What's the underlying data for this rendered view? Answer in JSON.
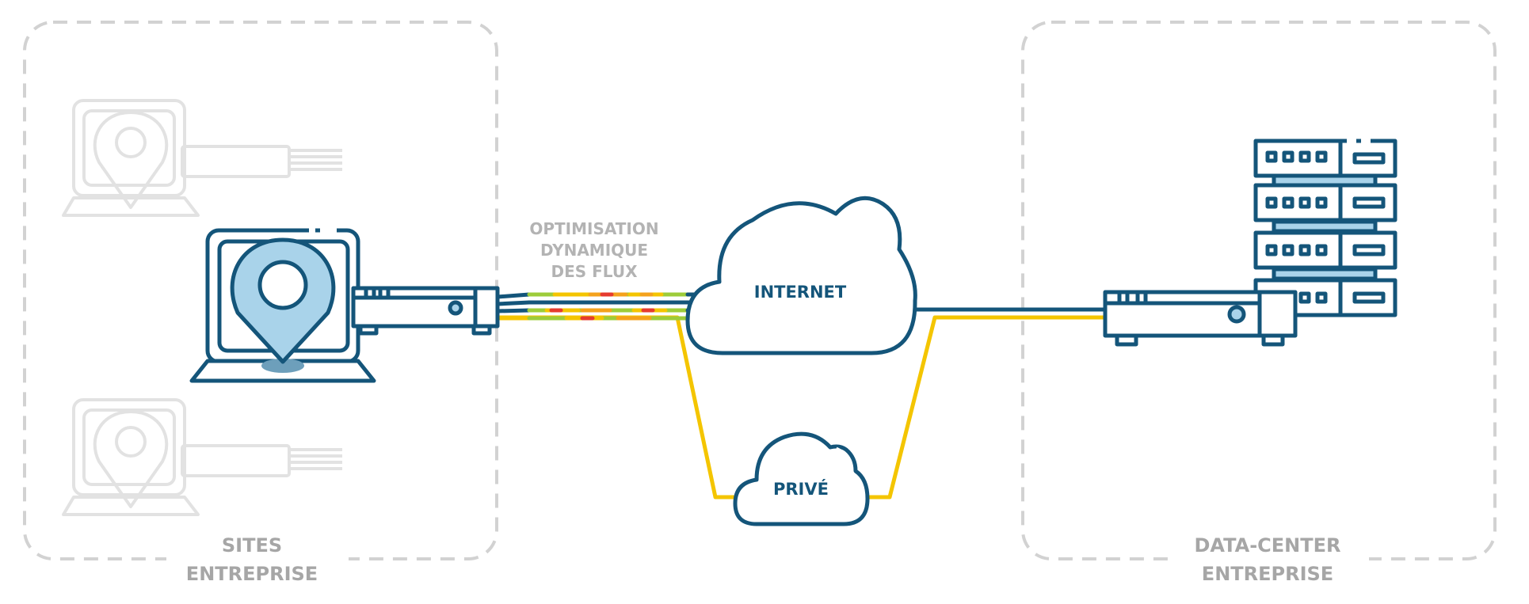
{
  "left_zone": {
    "line1": "SITES",
    "line2": "ENTREPRISE"
  },
  "right_zone": {
    "line1": "DATA-CENTER",
    "line2": "ENTREPRISE"
  },
  "optimisation": {
    "line1": "OPTIMISATION",
    "line2": "DYNAMIQUE",
    "line3": "DES FLUX"
  },
  "cloud_internet": {
    "label": "INTERNET"
  },
  "cloud_private": {
    "label": "PRIVÉ"
  },
  "colors": {
    "stroke": "#14557a",
    "fill_light": "#a9d3ea",
    "ghost": "#e2e2e2",
    "link_yellow": "#f4c500",
    "flow_green": "#9dcc3a",
    "flow_orange": "#f4a21c",
    "flow_red": "#e63b2e",
    "zone_border": "#d2d2d2",
    "label_grey": "#a6a6a6"
  }
}
